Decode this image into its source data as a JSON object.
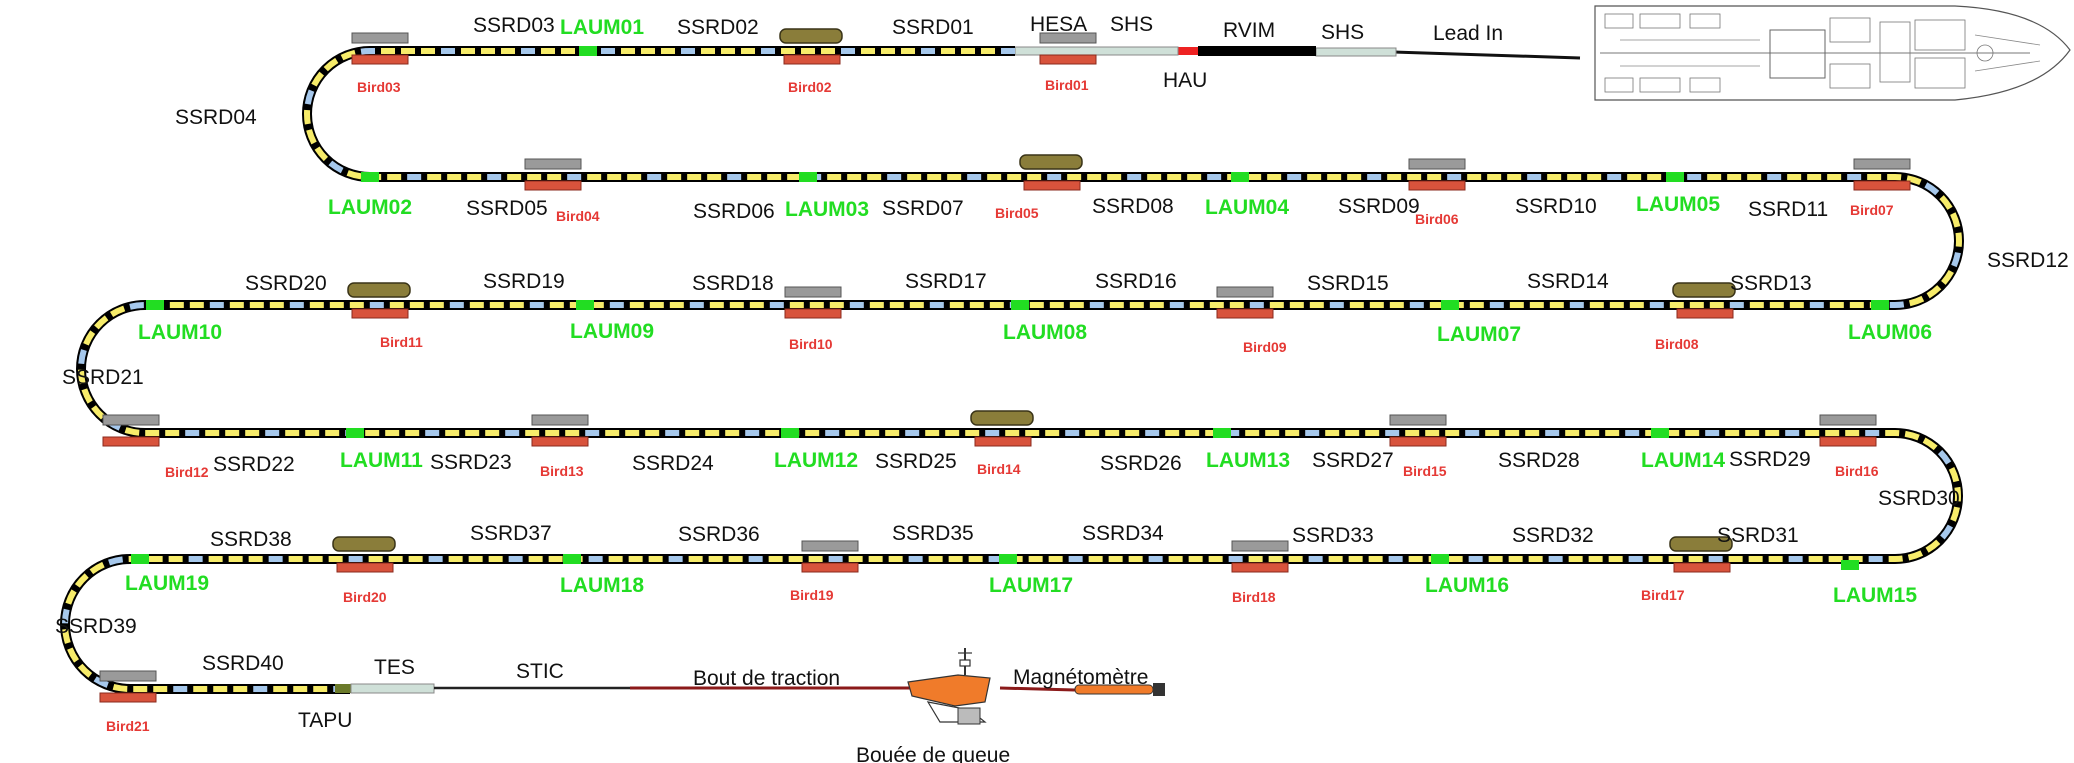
{
  "colors": {
    "cable": "#000000",
    "blue_section": "#a6c8ec",
    "yellow_section": "#f7ec6a",
    "laum_green": "#22dd22",
    "bird_red": "#e53935",
    "hau_red": "#ee2222",
    "tapu_olive": "#6b7a2a",
    "tow_leader": "#8b1a1a",
    "buoy_orange": "#f07b2a"
  },
  "head": {
    "lead_in": "Lead In",
    "shs_1": "SHS",
    "rvim": "RVIM",
    "shs_2": "SHS",
    "hesa": "HESA",
    "hau": "HAU"
  },
  "sections": [
    "SSRD01",
    "SSRD02",
    "SSRD03",
    "SSRD04",
    "SSRD05",
    "SSRD06",
    "SSRD07",
    "SSRD08",
    "SSRD09",
    "SSRD10",
    "SSRD11",
    "SSRD12",
    "SSRD13",
    "SSRD14",
    "SSRD15",
    "SSRD16",
    "SSRD17",
    "SSRD18",
    "SSRD19",
    "SSRD20",
    "SSRD21",
    "SSRD22",
    "SSRD23",
    "SSRD24",
    "SSRD25",
    "SSRD26",
    "SSRD27",
    "SSRD28",
    "SSRD29",
    "SSRD30",
    "SSRD31",
    "SSRD32",
    "SSRD33",
    "SSRD34",
    "SSRD35",
    "SSRD36",
    "SSRD37",
    "SSRD38",
    "SSRD39",
    "SSRD40"
  ],
  "laums": [
    "LAUM01",
    "LAUM02",
    "LAUM03",
    "LAUM04",
    "LAUM05",
    "LAUM06",
    "LAUM07",
    "LAUM08",
    "LAUM09",
    "LAUM10",
    "LAUM11",
    "LAUM12",
    "LAUM13",
    "LAUM14",
    "LAUM15",
    "LAUM16",
    "LAUM17",
    "LAUM18",
    "LAUM19"
  ],
  "birds": [
    "Bird01",
    "Bird02",
    "Bird03",
    "Bird04",
    "Bird05",
    "Bird06",
    "Bird07",
    "Bird08",
    "Bird09",
    "Bird10",
    "Bird11",
    "Bird12",
    "Bird13",
    "Bird14",
    "Bird15",
    "Bird16",
    "Bird17",
    "Bird18",
    "Bird19",
    "Bird20",
    "Bird21"
  ],
  "tail": {
    "tes": "TES",
    "tapu": "TAPU",
    "stic": "STIC",
    "tow_leader": "Bout de traction",
    "magnetometer": "Magnétomètre",
    "tail_buoy": "Bouée de queue"
  },
  "icons": {
    "vessel": "ship-plan-icon",
    "bird": "bird-depth-controller-icon",
    "buoy": "tail-buoy-icon",
    "magnetometer": "magnetometer-icon"
  }
}
